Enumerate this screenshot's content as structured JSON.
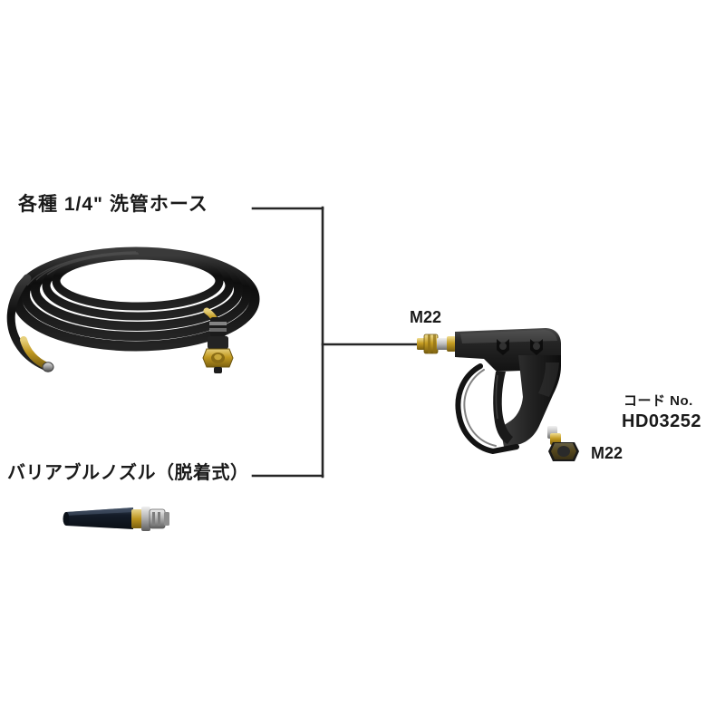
{
  "diagram": {
    "background_color": "#ffffff",
    "line_color": "#262626",
    "labels": {
      "hose": "各種 1/4\" 洗管ホース",
      "nozzle": "バリアブルノズル（脱着式）",
      "thread_top": "M22",
      "thread_bottom": "M22",
      "code_caption": "コード No.",
      "code_value": "HD03252"
    },
    "parts": [
      {
        "name": "washer-hose",
        "label": "各種 1/4\" 洗管ホース",
        "description": "coiled black high pressure hose with brass end fittings"
      },
      {
        "name": "variable-nozzle",
        "label": "バリアブルノズル（脱着式）",
        "description": "dark blue variable nozzle with quick-connect coupler"
      },
      {
        "name": "spray-gun",
        "label": "HD03252",
        "description": "black pistol grip trigger spray gun with M22 brass fittings"
      }
    ],
    "colors": {
      "hose_black": "#141414",
      "brass": "#c9a227",
      "gun_body": "#2b2b2b",
      "nozzle_blue": "#1d2733"
    }
  }
}
